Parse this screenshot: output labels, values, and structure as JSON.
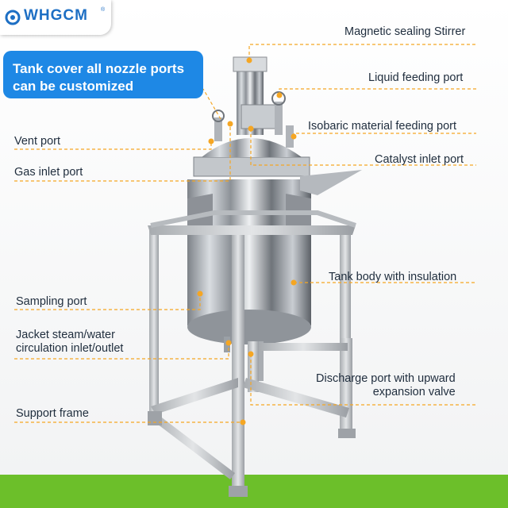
{
  "brand": {
    "logo": "WHGCM",
    "reg_mark": "®"
  },
  "callout": {
    "text": "Tank cover all nozzle ports\ncan be customized"
  },
  "labels": {
    "magnetic_stirrer": "Magnetic sealing Stirrer",
    "liquid_feeding": "Liquid feeding port",
    "isobaric_feeding": "Isobaric material feeding port",
    "catalyst_inlet": "Catalyst inlet port",
    "vent_port": "Vent port",
    "gas_inlet": "Gas inlet port",
    "tank_body": "Tank body with insulation",
    "sampling_port": "Sampling port",
    "jacket_circulation": "Jacket steam/water\ncirculation inlet/outlet",
    "discharge_port": "Discharge port with upward\nexpansion valve",
    "support_frame": "Support frame"
  },
  "colors": {
    "leader_line": "#f5a623",
    "callout_bg": "#1e88e5",
    "brand_blue": "#1d6fc4",
    "grass": "#6cbf2a"
  }
}
